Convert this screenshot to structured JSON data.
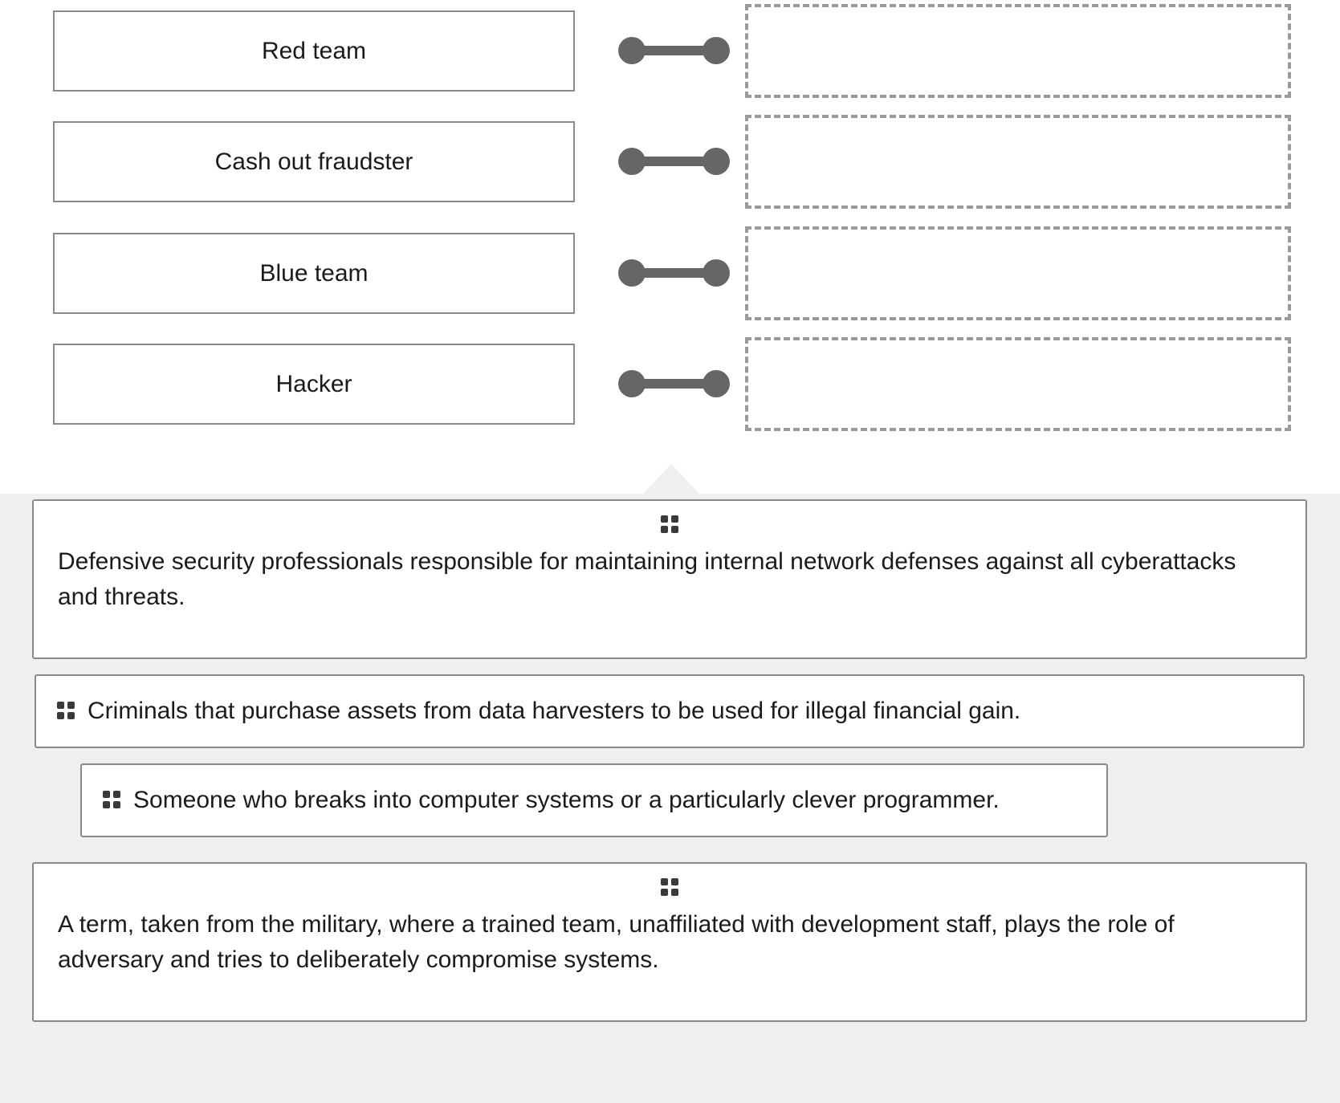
{
  "match": {
    "rows": [
      {
        "prompt": "Red team",
        "connector_icon": "link-connector-icon",
        "drop_placeholder": ""
      },
      {
        "prompt": "Cash out fraudster",
        "connector_icon": "link-connector-icon",
        "drop_placeholder": ""
      },
      {
        "prompt": "Blue team",
        "connector_icon": "link-connector-icon",
        "drop_placeholder": ""
      },
      {
        "prompt": "Hacker",
        "connector_icon": "link-connector-icon",
        "drop_placeholder": ""
      }
    ]
  },
  "bank": {
    "caret_icon": "caret-up-icon",
    "cards": [
      {
        "handle_icon": "drag-handle-icon",
        "handle_position": "top-center",
        "text": "Defensive security professionals responsible for maintaining internal network defenses against all cyberattacks and threats."
      },
      {
        "handle_icon": "drag-handle-icon",
        "handle_position": "inline-left",
        "text": "Criminals that purchase assets from data harvesters to be used for illegal financial gain."
      },
      {
        "handle_icon": "drag-handle-icon",
        "handle_position": "inline-left",
        "text": "Someone who breaks into computer systems or a particularly clever programmer."
      },
      {
        "handle_icon": "drag-handle-icon",
        "handle_position": "top-center",
        "text": "A term, taken from the military, where a trained team, unaffiliated with development staff, plays the role of adversary and tries to deliberately compromise systems."
      }
    ]
  },
  "colors": {
    "bank_background": "#efefef",
    "page_background": "#ffffff",
    "box_border": "#898989",
    "dashed_border": "#9a9a9a",
    "connector": "#666666",
    "handle": "#3a3a3a",
    "text": "#1b1b1b"
  }
}
